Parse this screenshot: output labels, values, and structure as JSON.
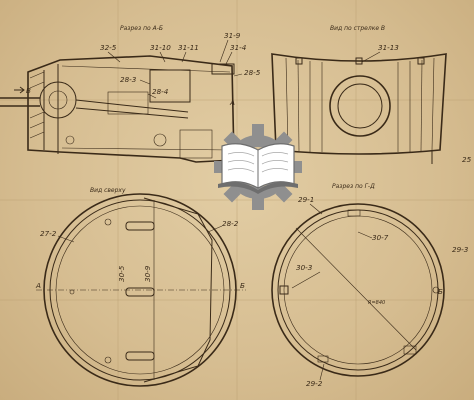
{
  "views": {
    "section_ab": "Разрез по А-Б",
    "view_b": "Вид по стрелке В",
    "top_view": "Вид сверху",
    "section_gd": "Разрез по Г-Д"
  },
  "labels": {
    "l_32_5": "32-5",
    "l_31_10": "31-10",
    "l_31_11": "31-11",
    "l_31_9": "31-9",
    "l_31_4": "31-4",
    "l_28_5": "28-5",
    "l_28_3": "28-3",
    "l_28_4": "28-4",
    "l_31_13": "31-13",
    "l_27_2": "27-2",
    "l_28_2": "28-2",
    "l_30_5": "30-5",
    "l_30_9": "30-9",
    "l_29_1": "29-1",
    "l_30_7": "30-7",
    "l_30_3": "30-3",
    "l_29_3": "29-3",
    "l_29_2": "29-2",
    "l_a_top": "А",
    "l_b_top": "Б",
    "l_b_arrow": "В",
    "l_a_mid": "А",
    "l_b_mid": "Б",
    "l_25": "25",
    "l_radius": "R=840"
  },
  "colors": {
    "paper": "#d9c39a",
    "ink": "#3a2a18",
    "gear": "#8f8f8f",
    "book_shadow": "#6e6e6e"
  },
  "icons": {
    "logo": "gear-book-logo-icon"
  }
}
